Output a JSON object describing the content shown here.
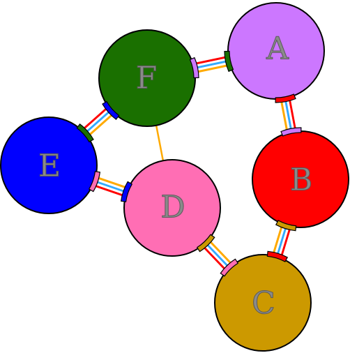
{
  "nodes": [
    {
      "id": "A",
      "label": "A",
      "color": "#cc77ff"
    },
    {
      "id": "B",
      "label": "B",
      "color": "#ff0000"
    },
    {
      "id": "C",
      "label": "C",
      "color": "#cc9900"
    },
    {
      "id": "D",
      "label": "D",
      "color": "#ff6eb4"
    },
    {
      "id": "E",
      "label": "E",
      "color": "#0000ff"
    },
    {
      "id": "F",
      "label": "F",
      "color": "#1a7000"
    }
  ],
  "edges": [
    {
      "from": "F",
      "to": "A",
      "style": "triple"
    },
    {
      "from": "A",
      "to": "B",
      "style": "triple"
    },
    {
      "from": "B",
      "to": "C",
      "style": "triple"
    },
    {
      "from": "C",
      "to": "D",
      "style": "triple"
    },
    {
      "from": "D",
      "to": "E",
      "style": "triple"
    },
    {
      "from": "E",
      "to": "F",
      "style": "triple"
    },
    {
      "from": "F",
      "to": "D",
      "style": "single"
    }
  ],
  "stripe_colors": [
    "#ff0000",
    "#ffffff",
    "#33aaff",
    "#ffffff",
    "#ffaa00"
  ],
  "single_edge_color": "#ffaa00"
}
